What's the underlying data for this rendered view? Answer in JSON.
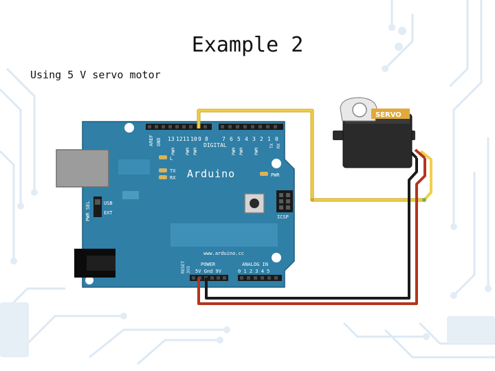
{
  "slide": {
    "title": "Example 2",
    "subtitle": "Using 5 V servo motor"
  },
  "board": {
    "logo": "Arduino",
    "website": "www.arduino.cc",
    "label_digital": "DIGITAL",
    "label_aref": "AREF",
    "label_gnd": "GND",
    "digital_pins": [
      "13",
      "12",
      "11",
      "10",
      "9",
      "8",
      "7",
      "6",
      "5",
      "4",
      "3",
      "2",
      "1",
      "0"
    ],
    "label_pwm": "PWM",
    "label_tx": "TX",
    "label_rx": "RX",
    "label_l": "L",
    "label_tx_pin": "TX",
    "label_rx_pin": "RX",
    "label_pwr": "PWR",
    "label_pwr_sel": "PWR SEL",
    "label_usb": "USB",
    "label_ext": "EXT",
    "label_icsp": "ICSP",
    "label_reset": "RESET",
    "label_3v3": "3V3",
    "label_power": "POWER",
    "label_power_pins": "5V Gnd 9V",
    "label_analog_in": "ANALOG IN",
    "analog_pins": "0 1 2 3 4 5"
  },
  "servo": {
    "label": "SERVO"
  },
  "colors": {
    "board": "#2f7fa6",
    "board_dark": "#246786",
    "wire_signal": "#e8c53a",
    "wire_power": "#b2361c",
    "wire_ground": "#1a1a1a",
    "circuit_lines": "#d9e8f3"
  }
}
